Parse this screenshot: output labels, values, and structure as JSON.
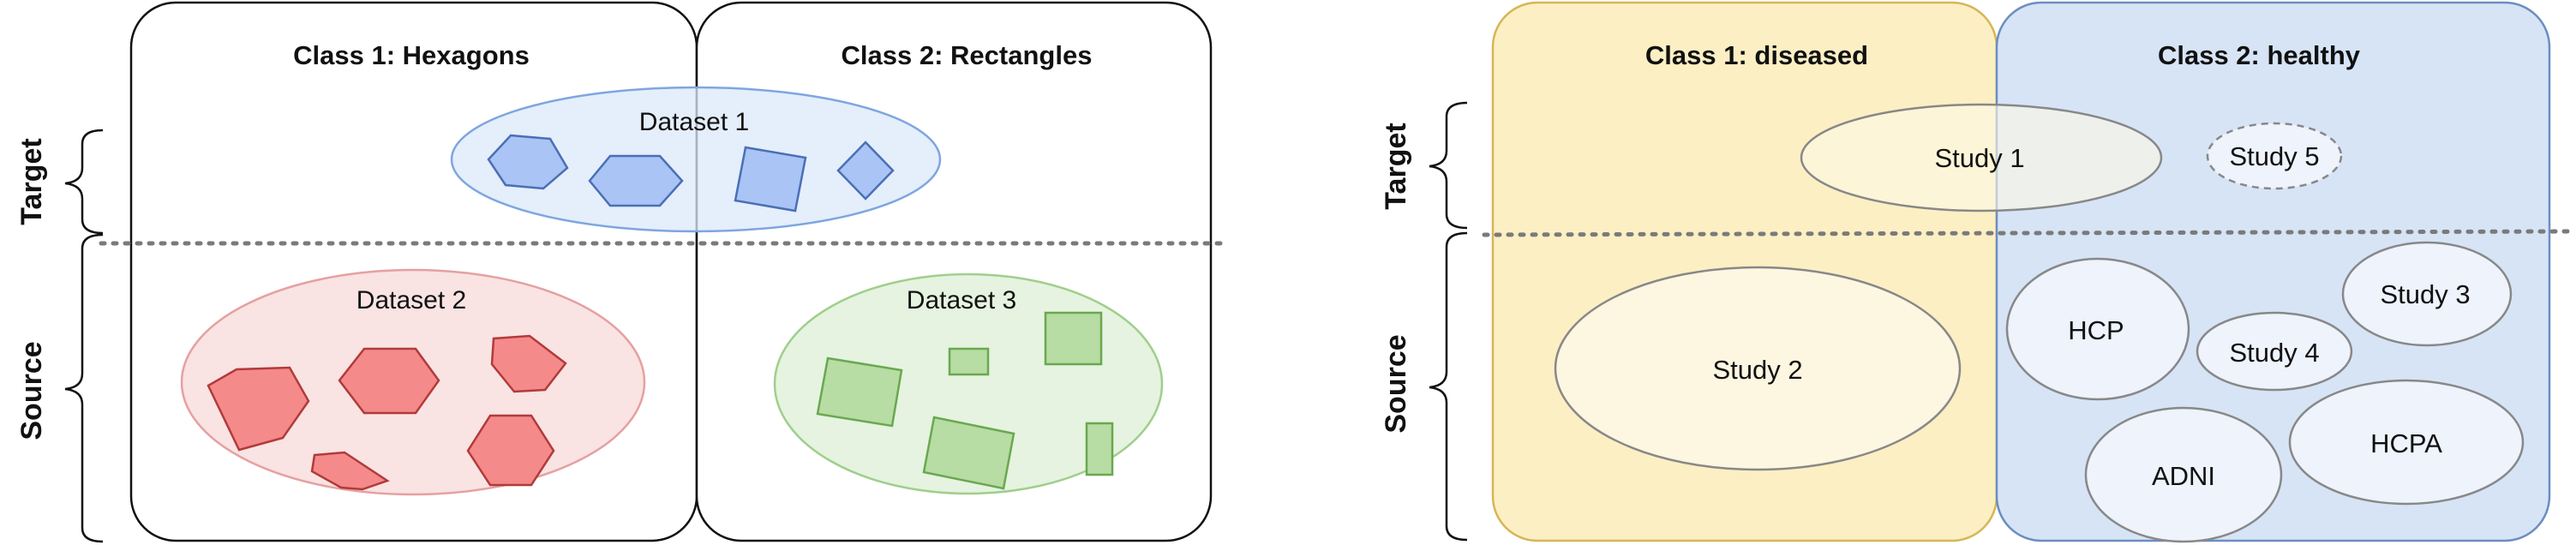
{
  "left_panel": {
    "class1_title": "Class 1: Hexagons",
    "class2_title": "Class 2: Rectangles",
    "target_label": "Target",
    "source_label": "Source",
    "datasets": [
      "Dataset 1",
      "Dataset 2",
      "Dataset 3"
    ]
  },
  "right_panel": {
    "class1_title": "Class 1: diseased",
    "class2_title": "Class 2: healthy",
    "target_label": "Target",
    "source_label": "Source",
    "studies": [
      "Study 1",
      "Study 5",
      "Study 2",
      "HCP",
      "Study 3",
      "Study 4",
      "ADNI",
      "HCPA"
    ]
  },
  "colors": {
    "blue_fill": "#a9c4f5",
    "blue_stroke": "#4a6fb5",
    "red_fill": "#f48a8a",
    "red_stroke": "#b23a3a",
    "green_fill": "#b7dca4",
    "green_stroke": "#6aa84f",
    "yellow_fill": "#fdefc4",
    "yellow_stroke": "#d6b656",
    "healthy_fill": "#d6e4f6",
    "healthy_stroke": "#6c8ebf"
  }
}
